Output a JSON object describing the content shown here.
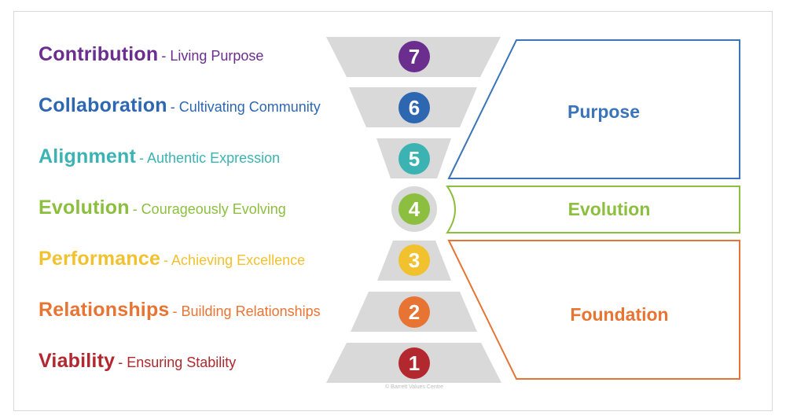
{
  "levels": [
    {
      "num": "7",
      "name": "Contribution",
      "desc": "- Living Purpose",
      "color": "#6b2d8e"
    },
    {
      "num": "6",
      "name": "Collaboration",
      "desc": "- Cultivating Community",
      "color": "#2e67b1"
    },
    {
      "num": "5",
      "name": "Alignment",
      "desc": "- Authentic Expression",
      "color": "#3bb3b3"
    },
    {
      "num": "4",
      "name": "Evolution",
      "desc": "- Courageously Evolving",
      "color": "#8cbf3f"
    },
    {
      "num": "3",
      "name": "Performance",
      "desc": "- Achieving Excellence",
      "color": "#f2c12e"
    },
    {
      "num": "2",
      "name": "Relationships",
      "desc": "- Building Relationships",
      "color": "#e87433"
    },
    {
      "num": "1",
      "name": "Viability",
      "desc": "- Ensuring Stability",
      "color": "#b3272e"
    }
  ],
  "groups": {
    "purpose": {
      "label": "Purpose",
      "color": "#3a74b9"
    },
    "evolution": {
      "label": "Evolution",
      "color": "#8cbf3f"
    },
    "foundation": {
      "label": "Foundation",
      "color": "#e87433"
    }
  },
  "shape_color": "#d9d9d9",
  "copyright": "© Barrett Values Centre"
}
